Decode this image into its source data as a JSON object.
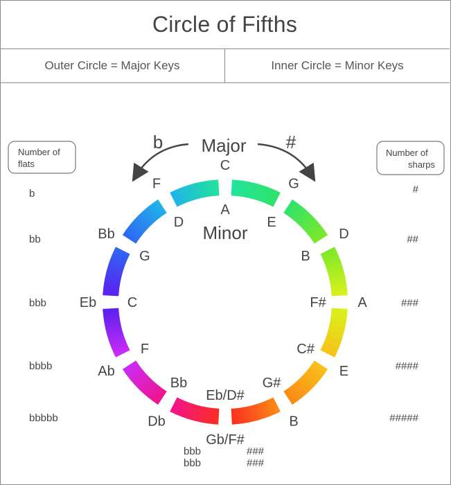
{
  "title": "Circle of Fifths",
  "legend": {
    "outer": "Outer Circle = Major Keys",
    "inner": "Inner Circle = Minor Keys"
  },
  "center": {
    "major": "Major",
    "minor": "Minor",
    "flat_symbol": "b",
    "sharp_symbol": "#"
  },
  "flats_box": {
    "line1": "Number of",
    "line2": "flats"
  },
  "sharps_box": {
    "line1": "Number of",
    "line2": "sharps"
  },
  "major_keys": [
    "C",
    "G",
    "D",
    "A",
    "E",
    "B",
    "Gb/F#",
    "Db",
    "Ab",
    "Eb",
    "Bb",
    "F"
  ],
  "minor_keys": [
    "A",
    "E",
    "B",
    "F#",
    "C#",
    "G#",
    "Eb/D#",
    "Bb",
    "F",
    "C",
    "G",
    "D"
  ],
  "flat_counts": [
    "b",
    "bb",
    "bbb",
    "bbbb",
    "bbbbb"
  ],
  "sharp_counts": [
    "#",
    "##",
    "###",
    "####",
    "#####"
  ],
  "bottom_counts": {
    "flats": [
      "bbb",
      "bbb"
    ],
    "sharps": [
      "###",
      "###"
    ]
  },
  "segment_colors": [
    "#22e39a",
    "#2ee36a",
    "#7de82a",
    "#d9f21a",
    "#f7c21a",
    "#fb8a16",
    "#fb2e20",
    "#f2148a",
    "#c92cf5",
    "#5a20f0",
    "#2f66f2",
    "#1fb4ea"
  ]
}
